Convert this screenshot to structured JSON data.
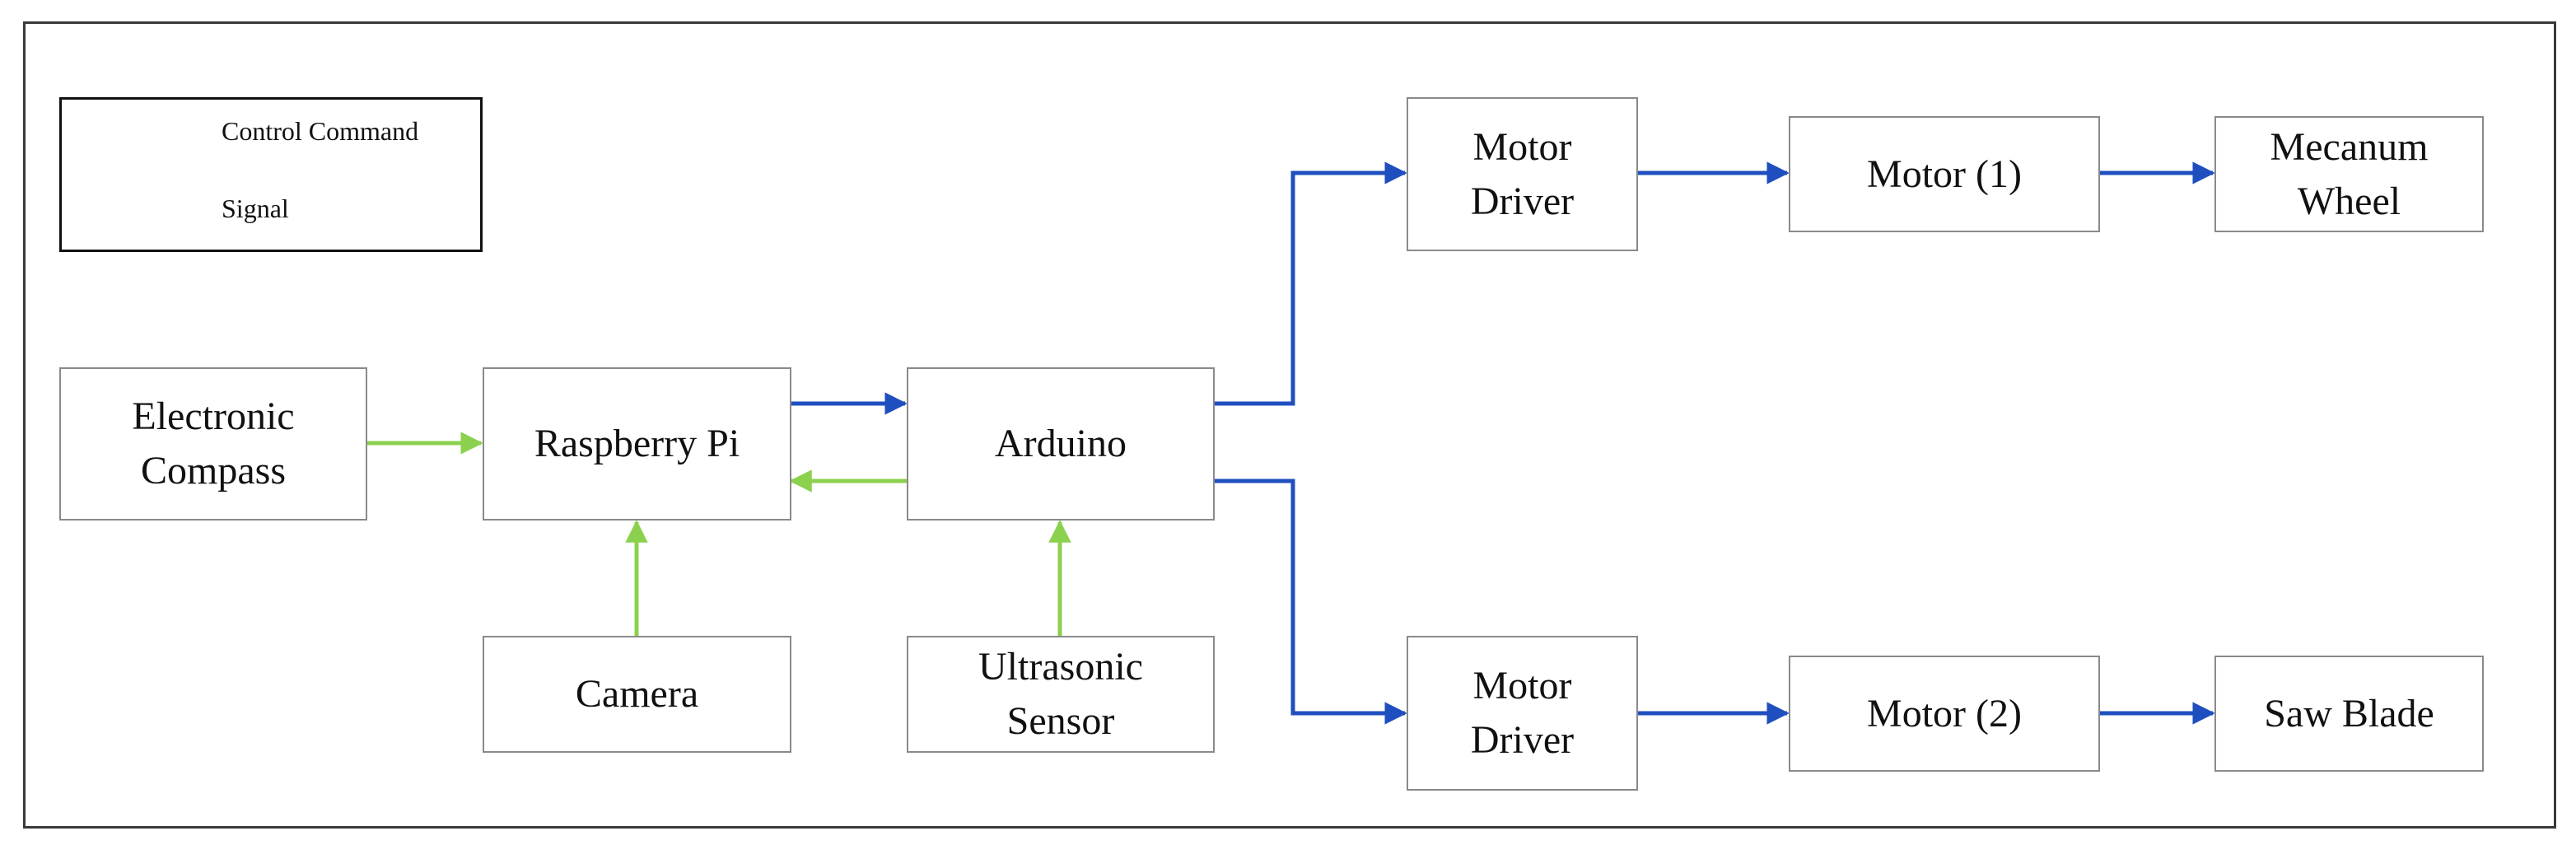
{
  "legend": {
    "items": [
      {
        "label": "Control Command",
        "color": "#1f4fbf"
      },
      {
        "label": "Signal",
        "color": "#8cd14e"
      }
    ]
  },
  "nodes": {
    "electronic_compass": "Electronic\nCompass",
    "raspberry_pi": "Raspberry Pi",
    "arduino": "Arduino",
    "camera": "Camera",
    "ultrasonic_sensor": "Ultrasonic\nSensor",
    "motor_driver_1": "Motor\nDriver",
    "motor_driver_2": "Motor\nDriver",
    "motor_1": "Motor (1)",
    "motor_2": "Motor (2)",
    "mecanum_wheel": "Mecanum\nWheel",
    "saw_blade": "Saw Blade"
  },
  "edges": [
    {
      "from": "electronic_compass",
      "to": "raspberry_pi",
      "type": "Signal"
    },
    {
      "from": "camera",
      "to": "raspberry_pi",
      "type": "Signal"
    },
    {
      "from": "raspberry_pi",
      "to": "arduino",
      "type": "Control Command"
    },
    {
      "from": "arduino",
      "to": "raspberry_pi",
      "type": "Signal"
    },
    {
      "from": "ultrasonic_sensor",
      "to": "arduino",
      "type": "Signal"
    },
    {
      "from": "arduino",
      "to": "motor_driver_1",
      "type": "Control Command"
    },
    {
      "from": "arduino",
      "to": "motor_driver_2",
      "type": "Control Command"
    },
    {
      "from": "motor_driver_1",
      "to": "motor_1",
      "type": "Control Command"
    },
    {
      "from": "motor_driver_2",
      "to": "motor_2",
      "type": "Control Command"
    },
    {
      "from": "motor_1",
      "to": "mecanum_wheel",
      "type": "Control Command"
    },
    {
      "from": "motor_2",
      "to": "saw_blade",
      "type": "Control Command"
    }
  ]
}
